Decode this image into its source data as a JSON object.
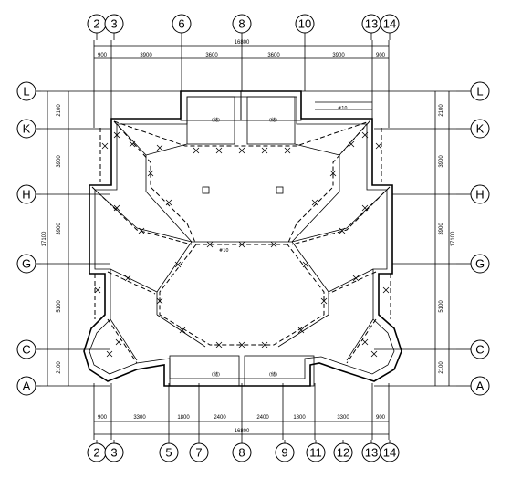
{
  "axes": {
    "top": [
      "2",
      "3",
      "6",
      "8",
      "10",
      "13",
      "14"
    ],
    "bottom": [
      "2",
      "3",
      "5",
      "7",
      "8",
      "9",
      "11",
      "12",
      "13",
      "14"
    ],
    "left": [
      "L",
      "K",
      "H",
      "G",
      "C",
      "A"
    ],
    "right": [
      "L",
      "K",
      "H",
      "G",
      "C",
      "A"
    ]
  },
  "dims": {
    "top_total": "16800",
    "top_segments": [
      "900",
      "3900",
      "3600",
      "3600",
      "3900",
      "900"
    ],
    "bottom_total": "16800",
    "bottom_segments": [
      "900",
      "3300",
      "1800",
      "2400",
      "2400",
      "1800",
      "3300",
      "900"
    ],
    "left_total": "17100",
    "left_segments": [
      "2100",
      "3900",
      "3900",
      "5100",
      "2100"
    ],
    "right_total": "17100",
    "right_segments": [
      "2100",
      "3900",
      "3900",
      "5100",
      "2100"
    ]
  },
  "labels": {
    "room_a": "(储)",
    "room_b": "(储)",
    "room_c": "(储)",
    "room_d": "(储)",
    "center_note": "#10",
    "top_right_note": "#10"
  }
}
